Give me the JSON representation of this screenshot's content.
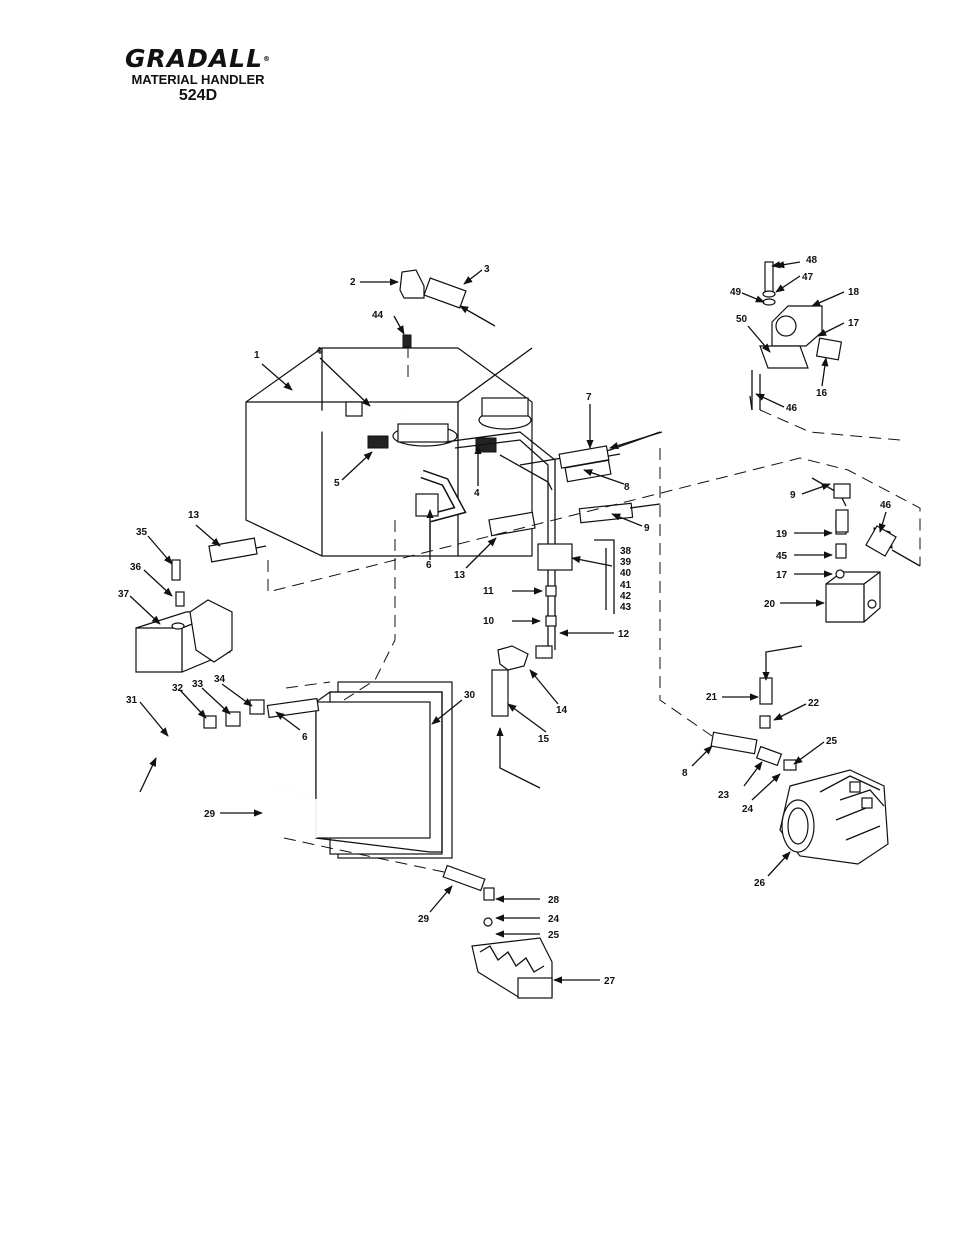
{
  "header": {
    "brand": "GRADALL",
    "registered_mark": "®",
    "subtitle": "MATERIAL HANDLER",
    "model": "524D"
  },
  "callouts": {
    "c1": "1",
    "c2": "2",
    "c3": "3",
    "c4a": "4",
    "c4b": "4",
    "c5": "5",
    "c6a": "6",
    "c6b": "6",
    "c7": "7",
    "c8a": "8",
    "c8b": "8",
    "c9a": "9",
    "c9b": "9",
    "c10": "10",
    "c11": "11",
    "c12": "12",
    "c13a": "13",
    "c13b": "13",
    "c14": "14",
    "c15": "15",
    "c16": "16",
    "c17a": "17",
    "c17b": "17",
    "c18": "18",
    "c19": "19",
    "c20": "20",
    "c21": "21",
    "c22": "22",
    "c23": "23",
    "c24a": "24",
    "c24b": "24",
    "c25a": "25",
    "c25b": "25",
    "c26": "26",
    "c27": "27",
    "c28": "28",
    "c29a": "29",
    "c29b": "29",
    "c30": "30",
    "c31": "31",
    "c32": "32",
    "c33": "33",
    "c34": "34",
    "c35": "35",
    "c36": "36",
    "c37": "37",
    "c38": "38",
    "c39": "39",
    "c40": "40",
    "c41": "41",
    "c42": "42",
    "c43": "43",
    "c44": "44",
    "c45": "45",
    "c46a": "46",
    "c46b": "46",
    "c47": "47",
    "c48": "48",
    "c49": "49",
    "c50": "50"
  }
}
